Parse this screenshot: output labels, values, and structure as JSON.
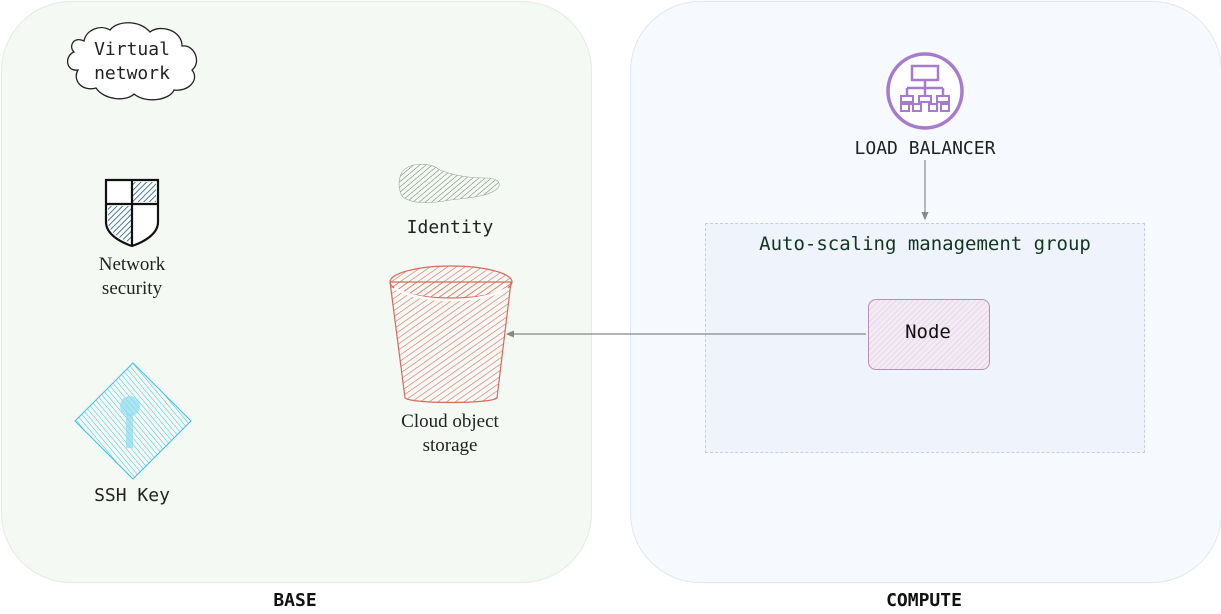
{
  "groups": {
    "base": {
      "label": "BASE"
    },
    "compute": {
      "label": "COMPUTE"
    }
  },
  "nodes": {
    "virtual_network": {
      "label_line1": "Virtual",
      "label_line2": "network",
      "icon": "cloud-icon"
    },
    "network_security": {
      "label_line1": "Network",
      "label_line2": "security",
      "icon": "shield-icon"
    },
    "identity": {
      "label": "Identity",
      "icon": "identity-icon"
    },
    "ssh_key": {
      "label": "SSH Key",
      "icon": "key-icon"
    },
    "cloud_storage": {
      "label_line1": "Cloud object",
      "label_line2": "storage",
      "icon": "bucket-icon"
    },
    "load_balancer": {
      "label": "LOAD BALANCER",
      "icon": "load-balancer-icon"
    },
    "asg": {
      "label": "Auto-scaling management group"
    },
    "node": {
      "label": "Node"
    }
  },
  "edges": [
    {
      "from": "load_balancer",
      "to": "asg"
    },
    {
      "from": "node",
      "to": "cloud_storage"
    }
  ],
  "colors": {
    "base_bg": "#f4f9f4",
    "compute_bg": "#f6f9fd",
    "asg_bg": "#eef3fc",
    "load_balancer": "#a67bcf",
    "bucket": "#d86a5d",
    "key": "#3bc0e6",
    "identity": "#5f7a63",
    "node_border": "#b490b7"
  }
}
